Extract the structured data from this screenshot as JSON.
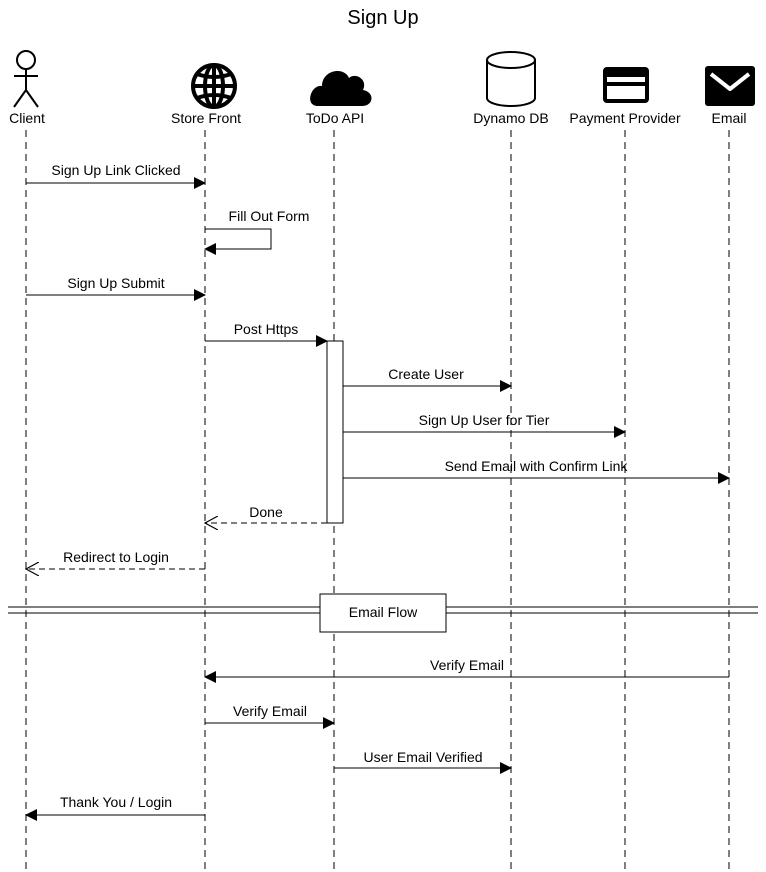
{
  "title": "Sign Up",
  "participants": [
    {
      "id": "client",
      "label": "Client",
      "icon": "actor-icon"
    },
    {
      "id": "storefront",
      "label": "Store Front",
      "icon": "globe-icon"
    },
    {
      "id": "todoapi",
      "label": "ToDo API",
      "icon": "cloud-icon"
    },
    {
      "id": "dynamo",
      "label": "Dynamo DB",
      "icon": "database-icon"
    },
    {
      "id": "payment",
      "label": "Payment Provider",
      "icon": "credit-card-icon"
    },
    {
      "id": "email",
      "label": "Email",
      "icon": "mail-icon"
    }
  ],
  "messages": [
    {
      "label": "Sign Up Link Clicked",
      "from": "client",
      "to": "storefront",
      "style": "solid"
    },
    {
      "label": "Fill Out Form",
      "from": "storefront",
      "to": "storefront",
      "style": "self"
    },
    {
      "label": "Sign Up Submit",
      "from": "client",
      "to": "storefront",
      "style": "solid"
    },
    {
      "label": "Post Https",
      "from": "storefront",
      "to": "todoapi",
      "style": "solid"
    },
    {
      "label": "Create User",
      "from": "todoapi",
      "to": "dynamo",
      "style": "solid"
    },
    {
      "label": "Sign Up User for Tier",
      "from": "todoapi",
      "to": "payment",
      "style": "solid"
    },
    {
      "label": "Send Email with Confirm Link",
      "from": "todoapi",
      "to": "email",
      "style": "solid"
    },
    {
      "label": "Done",
      "from": "todoapi",
      "to": "storefront",
      "style": "dashed"
    },
    {
      "label": "Redirect to Login",
      "from": "storefront",
      "to": "client",
      "style": "dashed"
    },
    {
      "label": "Verify Email",
      "from": "email",
      "to": "storefront",
      "style": "solid"
    },
    {
      "label": "Verify Email",
      "from": "storefront",
      "to": "todoapi",
      "style": "solid"
    },
    {
      "label": "User Email Verified",
      "from": "todoapi",
      "to": "dynamo",
      "style": "solid"
    },
    {
      "label": "Thank You / Login",
      "from": "storefront",
      "to": "client",
      "style": "solid"
    }
  ],
  "divider": {
    "label": "Email Flow"
  }
}
